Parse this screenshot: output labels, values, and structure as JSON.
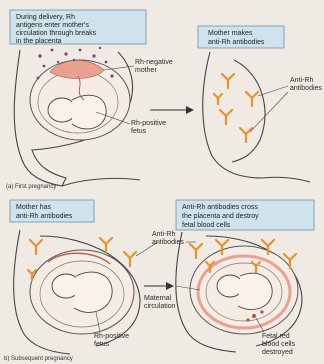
{
  "panel_a": {
    "box_left": [
      "During delivery, Rh",
      "antigens enter mother's",
      "circulation through breaks",
      "in the placenta"
    ],
    "box_right": [
      "Mother makes",
      "anti-Rh antibodies"
    ],
    "label_mother": [
      "Rh-negative",
      "mother"
    ],
    "label_fetus": [
      "Rh-positive",
      "fetus"
    ],
    "label_antibodies": [
      "Anti-Rh",
      "antibodies"
    ],
    "caption": "(a) First pregnancy"
  },
  "panel_b": {
    "box_left": [
      "Mother has",
      "anti-Rh antibodies"
    ],
    "box_right": [
      "Anti-Rh antibodies cross",
      "the placenta and destroy",
      "fetal blood cells"
    ],
    "label_antibodies": [
      "Anti-Rh",
      "antibodies"
    ],
    "label_circulation": [
      "Maternal",
      "circulation"
    ],
    "label_fetus": [
      "Rh-positive",
      "fetus"
    ],
    "label_destroyed": [
      "Fetal red",
      "blood cells",
      "destroyed"
    ],
    "caption": "b) Subsequent pregnancy"
  },
  "colors": {
    "box_fill": "#cfe3ec",
    "box_stroke": "#6f8fa0",
    "antibody": "#e8922e",
    "placenta": "#e8a090",
    "line": "#444444"
  }
}
